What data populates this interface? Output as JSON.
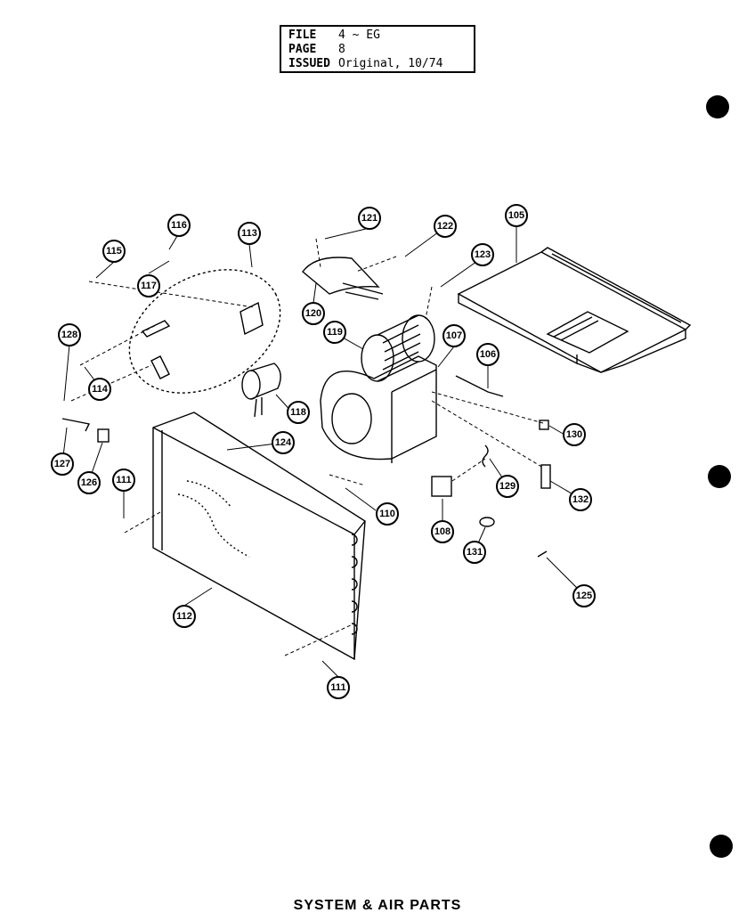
{
  "header": {
    "file_label": "FILE",
    "file_value": "4 ~ EG",
    "page_label": "PAGE",
    "page_value": "8",
    "issued_label": "ISSUED",
    "issued_value": "Original, 10/74"
  },
  "title": "SYSTEM & AIR PARTS",
  "callouts": {
    "c105": "105",
    "c106": "106",
    "c107": "107",
    "c108": "108",
    "c110": "110",
    "c111a": "111",
    "c111b": "111",
    "c112": "112",
    "c113": "113",
    "c114": "114",
    "c115": "115",
    "c116": "116",
    "c117": "117",
    "c118": "118",
    "c119": "119",
    "c120": "120",
    "c121": "121",
    "c122": "122",
    "c123": "123",
    "c124": "124",
    "c125": "125",
    "c126": "126",
    "c127": "127",
    "c128": "128",
    "c129": "129",
    "c130": "130",
    "c131": "131",
    "c132": "132"
  }
}
